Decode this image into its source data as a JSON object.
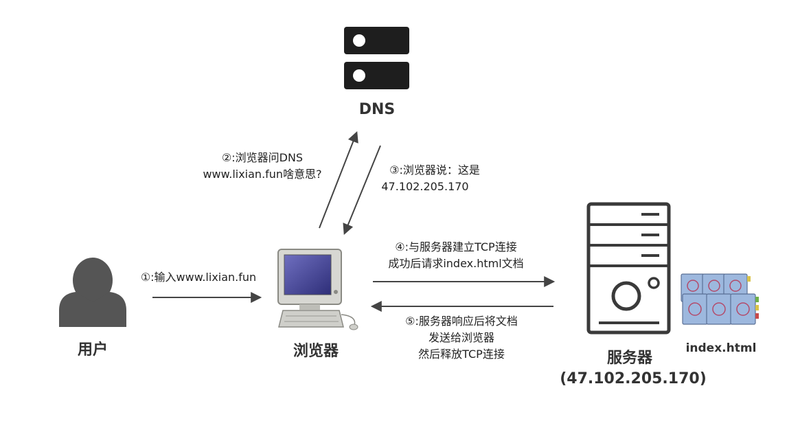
{
  "nodes": {
    "dns": "DNS",
    "user": "用户",
    "browser": "浏览器",
    "server": "服务器",
    "server_ip": "(47.102.205.170)",
    "file": "index.html"
  },
  "steps": {
    "s1": "①:输入www.lixian.fun",
    "s2_line1": "②:浏览器问DNS",
    "s2_line2": "www.lixian.fun啥意思?",
    "s3_line1": "③:浏览器说：这是",
    "s3_line2": "47.102.205.170",
    "s4_line1": "④:与服务器建立TCP连接",
    "s4_line2": "成功后请求index.html文档",
    "s5_line1": "⑤:服务器响应后将文档",
    "s5_line2": "发送给浏览器",
    "s5_line3": "然后释放TCP连接"
  },
  "colors": {
    "icon_dark": "#3a3a3a",
    "user_gray": "#555555",
    "arrow": "#444444",
    "screen_blue": "#3f3f8f",
    "doc_blue": "#9db8de"
  },
  "icons": {
    "dns": "dns-server-icon",
    "user": "user-icon",
    "browser": "computer-icon",
    "server": "server-tower-icon",
    "file": "documents-icon"
  }
}
